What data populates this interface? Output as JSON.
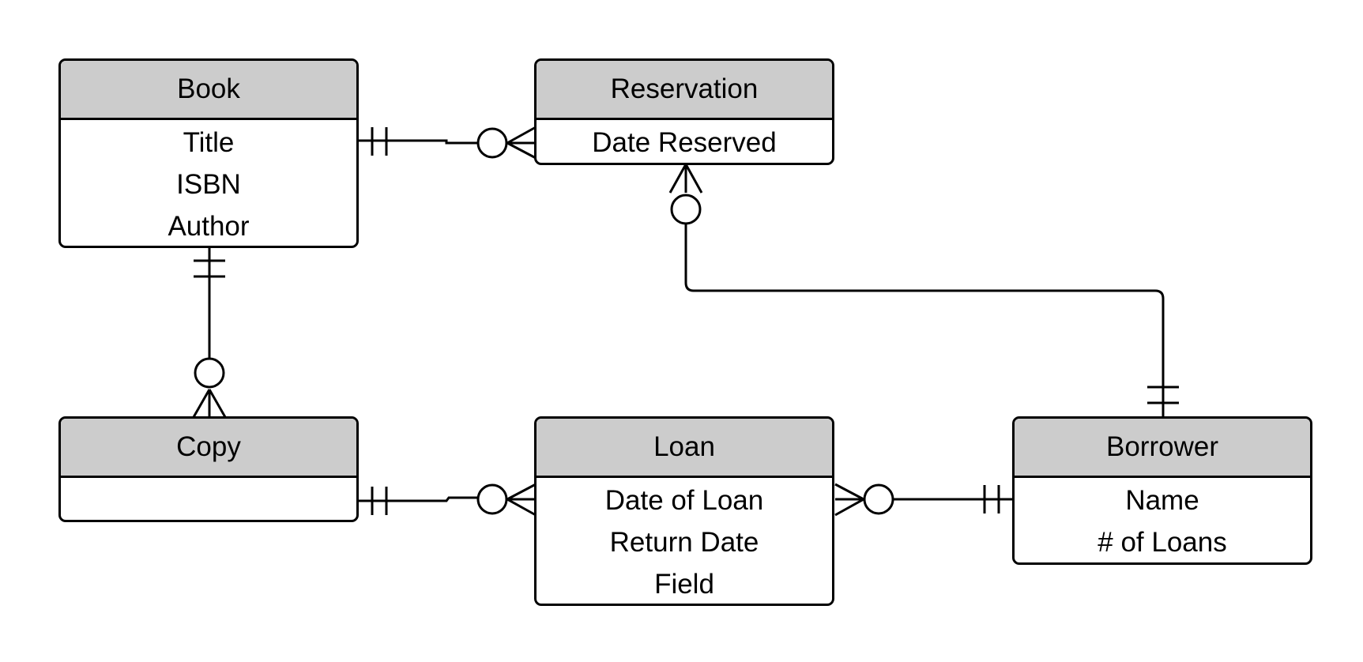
{
  "entities": {
    "book": {
      "name": "Book",
      "fields": [
        "Title",
        "ISBN",
        "Author"
      ]
    },
    "reservation": {
      "name": "Reservation",
      "fields": [
        "Date Reserved"
      ]
    },
    "copy": {
      "name": "Copy",
      "fields": []
    },
    "loan": {
      "name": "Loan",
      "fields": [
        "Date of Loan",
        "Return Date",
        "Field"
      ]
    },
    "borrower": {
      "name": "Borrower",
      "fields": [
        "Name",
        "# of Loans"
      ]
    }
  },
  "relationships": [
    {
      "from": "Book",
      "from_cardinality": "exactly-one",
      "to": "Reservation",
      "to_cardinality": "zero-or-many"
    },
    {
      "from": "Book",
      "from_cardinality": "exactly-one",
      "to": "Copy",
      "to_cardinality": "zero-or-many"
    },
    {
      "from": "Borrower",
      "from_cardinality": "exactly-one",
      "to": "Reservation",
      "to_cardinality": "zero-or-many"
    },
    {
      "from": "Copy",
      "from_cardinality": "exactly-one",
      "to": "Loan",
      "to_cardinality": "zero-or-many"
    },
    {
      "from": "Borrower",
      "from_cardinality": "exactly-one",
      "to": "Loan",
      "to_cardinality": "zero-or-many"
    }
  ]
}
